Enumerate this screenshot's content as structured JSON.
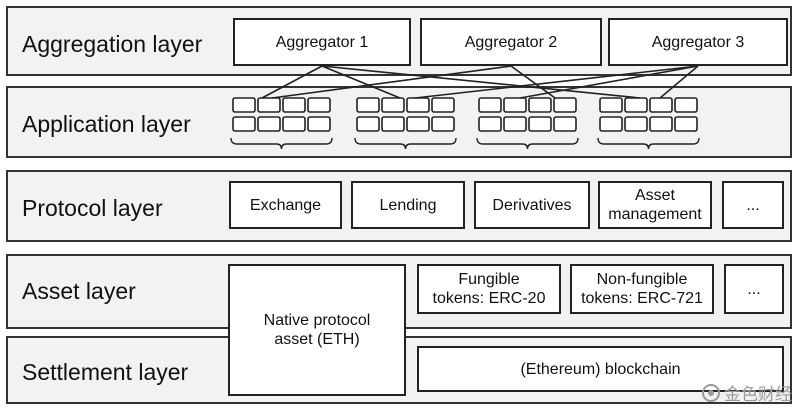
{
  "layers": {
    "aggregation": "Aggregation layer",
    "application": "Application layer",
    "protocol": "Protocol layer",
    "asset": "Asset layer",
    "settlement": "Settlement layer"
  },
  "aggregators": [
    "Aggregator 1",
    "Aggregator 2",
    "Aggregator 3"
  ],
  "protocols": {
    "exchange": "Exchange",
    "lending": "Lending",
    "derivatives": "Derivatives",
    "asset_management_line1": "Asset",
    "asset_management_line2": "management",
    "more": "..."
  },
  "assets": {
    "native_line1": "Native protocol",
    "native_line2": "asset (ETH)",
    "fungible_line1": "Fungible",
    "fungible_line2": "tokens: ERC-20",
    "nonfungible_line1": "Non-fungible",
    "nonfungible_line2": "tokens: ERC-721",
    "more": "..."
  },
  "settlement": {
    "blockchain": "(Ethereum) blockchain"
  },
  "watermark": {
    "text": "金色财经",
    "icon": "jinse-logo-icon"
  }
}
